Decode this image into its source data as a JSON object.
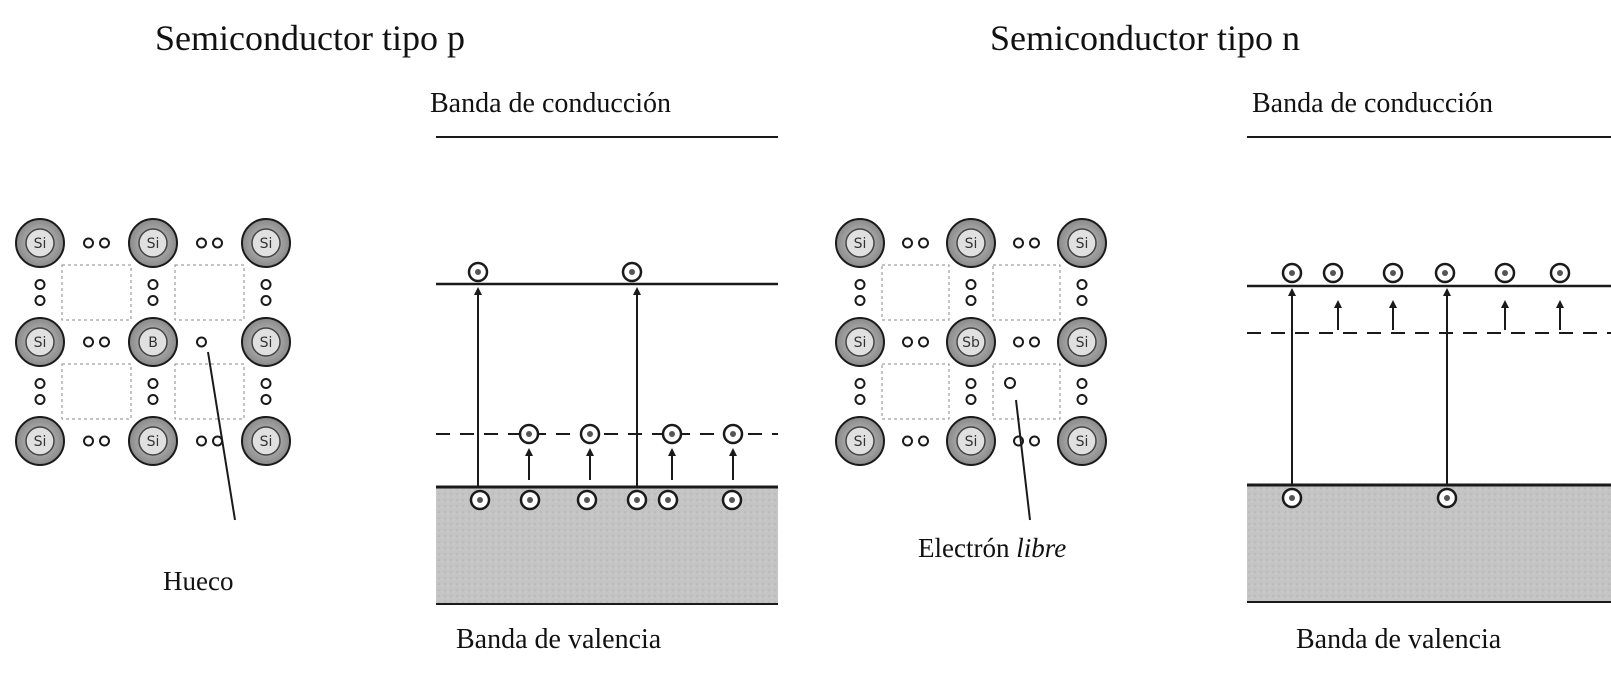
{
  "panels": [
    {
      "id": "p",
      "title": "Semiconductor tipo p",
      "lattice": [
        [
          "Si",
          "Si",
          "Si"
        ],
        [
          "Si",
          "B",
          "Si"
        ],
        [
          "Si",
          "Si",
          "Si"
        ]
      ],
      "pointer_label": "Hueco",
      "pointer_label_italic": "",
      "bands": {
        "conduction": "Banda de conducción",
        "valence": "Banda de valencia"
      }
    },
    {
      "id": "n",
      "title": "Semiconductor tipo n",
      "lattice": [
        [
          "Si",
          "Si",
          "Si"
        ],
        [
          "Si",
          "Sb",
          "Si"
        ],
        [
          "Si",
          "Si",
          "Si"
        ]
      ],
      "pointer_label": "Electrón ",
      "pointer_label_italic": "libre",
      "bands": {
        "conduction": "Banda de conducción",
        "valence": "Banda de valencia"
      }
    }
  ],
  "colors": {
    "ink": "#1a1a1a",
    "atom_fill": "#9a9a9a",
    "valence_fill": "#c4c4c4",
    "grid": "#777777"
  }
}
